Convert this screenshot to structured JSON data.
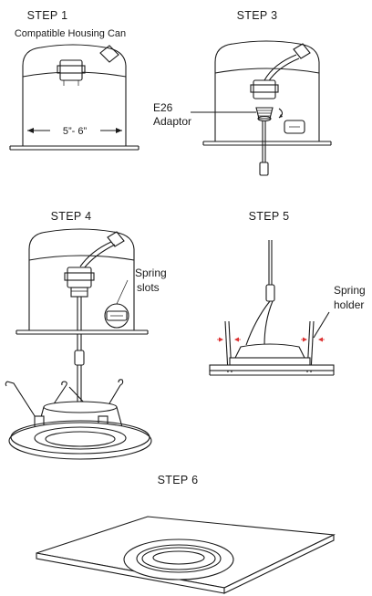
{
  "steps": {
    "step1": {
      "title": "STEP 1",
      "caption": "Compatible Housing Can",
      "dimension": "5”- 6”"
    },
    "step3": {
      "title": "STEP 3",
      "callout_line1": "E26",
      "callout_line2": "Adaptor"
    },
    "step4": {
      "title": "STEP 4",
      "callout_line1": "Spring",
      "callout_line2": "slots"
    },
    "step5": {
      "title": "STEP 5",
      "callout_line1": "Spring",
      "callout_line2": "holder"
    },
    "step6": {
      "title": "STEP 6"
    }
  },
  "colors": {
    "line": "#1a1a1a",
    "arrow_accent": "#dd3333",
    "background": "#ffffff"
  }
}
